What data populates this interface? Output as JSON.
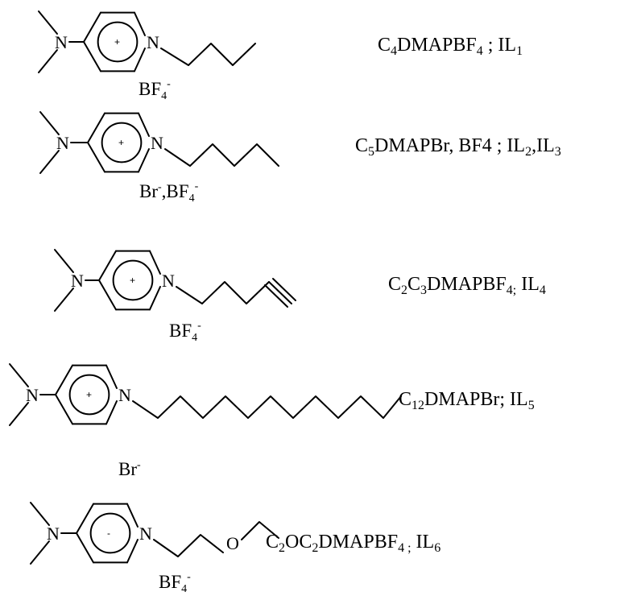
{
  "atoms": {
    "nitrogen": "N",
    "oxygen": "O",
    "ring_charge": "+",
    "ring_charge_6": "-"
  },
  "structures": [
    {
      "counterion": {
        "base": "BF",
        "sub": "4",
        "sup": "-"
      },
      "label": [
        {
          "t": "C"
        },
        {
          "t": "4",
          "sub": true
        },
        {
          "t": "DMAPBF"
        },
        {
          "t": "4",
          "sub": true
        },
        {
          "t": " ;  IL"
        },
        {
          "t": "1",
          "sub": true
        }
      ]
    },
    {
      "counterion": {
        "prefix": "Br",
        "prefix_sup": "-",
        "joiner": ",",
        "base": "BF",
        "sub": "4",
        "sup": "-"
      },
      "label": [
        {
          "t": "C"
        },
        {
          "t": "5",
          "sub": true
        },
        {
          "t": "DMAPBr, BF4 ; IL"
        },
        {
          "t": "2",
          "sub": true
        },
        {
          "t": ",IL"
        },
        {
          "t": "3",
          "sub": true
        }
      ]
    },
    {
      "counterion": {
        "base": "BF",
        "sub": "4",
        "sup": "-"
      },
      "label": [
        {
          "t": "C"
        },
        {
          "t": "2",
          "sub": true
        },
        {
          "t": "C"
        },
        {
          "t": "3",
          "sub": true
        },
        {
          "t": "DMAPBF"
        },
        {
          "t": "4;",
          "sub": true
        },
        {
          "t": " IL"
        },
        {
          "t": "4",
          "sub": true
        }
      ]
    },
    {
      "counterion": {
        "base": "Br",
        "sup": "-"
      },
      "label": [
        {
          "t": "C"
        },
        {
          "t": "12",
          "sub": true
        },
        {
          "t": "DMAPBr; IL"
        },
        {
          "t": "5",
          "sub": true
        }
      ]
    },
    {
      "counterion": {
        "base": "BF",
        "sub": "4",
        "sup": "-"
      },
      "label": [
        {
          "t": "C"
        },
        {
          "t": "2",
          "sub": true
        },
        {
          "t": "OC"
        },
        {
          "t": "2",
          "sub": true
        },
        {
          "t": "DMAPBF"
        },
        {
          "t": "4 ;",
          "sub": true
        },
        {
          "t": " IL"
        },
        {
          "t": "6",
          "sub": true
        }
      ]
    }
  ]
}
